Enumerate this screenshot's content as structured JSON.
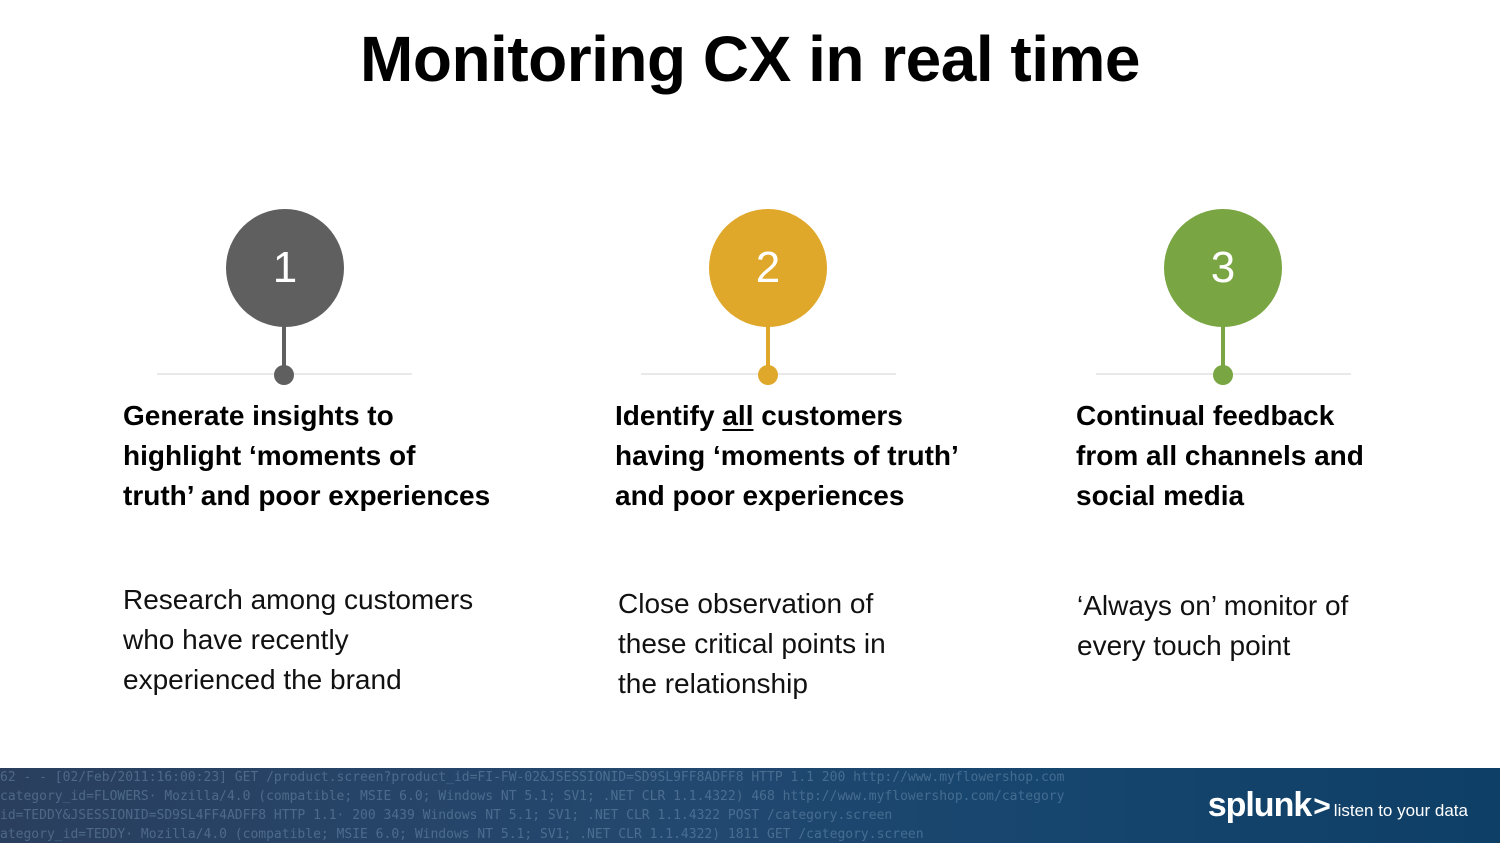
{
  "title": "Monitoring CX in real time",
  "steps": [
    {
      "number": "1",
      "color": "#5f5f5f",
      "heading_lines": [
        "Generate insights to",
        "highlight ‘moments of",
        "truth’ and poor experiences"
      ],
      "desc_lines": [
        "Research among customers",
        "who have recently",
        "experienced the brand"
      ]
    },
    {
      "number": "2",
      "color": "#e0a82a",
      "heading_line1_pre": "Identify ",
      "heading_line1_underlined": "all",
      "heading_line1_post": " customers",
      "heading_lines": [
        "having ‘moments of truth’",
        "and poor experiences"
      ],
      "desc_lines": [
        "Close observation of",
        "these critical points in",
        "the relationship"
      ]
    },
    {
      "number": "3",
      "color": "#79a542",
      "heading_lines": [
        "Continual feedback",
        "from all channels and",
        "social media"
      ],
      "desc_lines": [
        "‘Always on’ monitor of",
        "every touch point"
      ]
    }
  ],
  "footer": {
    "logo_word": "splunk",
    "logo_chevron": ">",
    "tagline": "listen to your data",
    "log_lines": [
      "62 - - [02/Feb/2011:16:00:23] GET /product.screen?product_id=FI-FW-02&JSESSIONID=SD9SL9FF8ADFF8 HTTP 1.1 200 http://www.myflowershop.com",
      "category_id=FLOWERS· Mozilla/4.0 (compatible; MSIE 6.0; Windows NT 5.1; SV1; .NET CLR 1.1.4322) 468 http://www.myflowershop.com/category",
      "id=TEDDY&JSESSIONID=SD9SL4FF4ADFF8 HTTP 1.1· 200 3439 Windows NT 5.1; SV1; .NET CLR 1.1.4322 POST /category.screen",
      "ategory_id=TEDDY· Mozilla/4.0 (compatible; MSIE 6.0; Windows NT 5.1; SV1; .NET CLR 1.1.4322) 1811 GET /category.screen"
    ]
  }
}
